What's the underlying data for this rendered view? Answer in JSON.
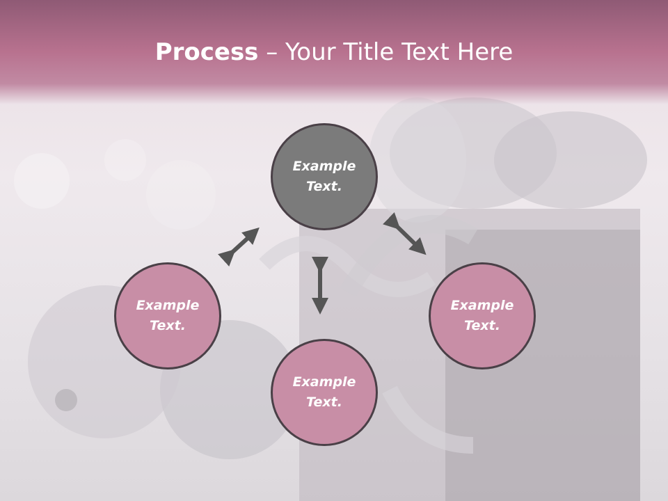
{
  "slide": {
    "title_bold": "Process",
    "title_rest": " – Your Title Text Here"
  },
  "nodes": {
    "top": {
      "line1": "Example",
      "line2": "Text."
    },
    "left": {
      "line1": "Example",
      "line2": "Text."
    },
    "bottom": {
      "line1": "Example",
      "line2": "Text."
    },
    "right": {
      "line1": "Example",
      "line2": "Text."
    }
  },
  "colors": {
    "header": "#b8728f",
    "node_center": "#7b7b7b",
    "node_outer": "#c88ea6",
    "node_border": "#4a4047",
    "arrow": "#555555"
  }
}
